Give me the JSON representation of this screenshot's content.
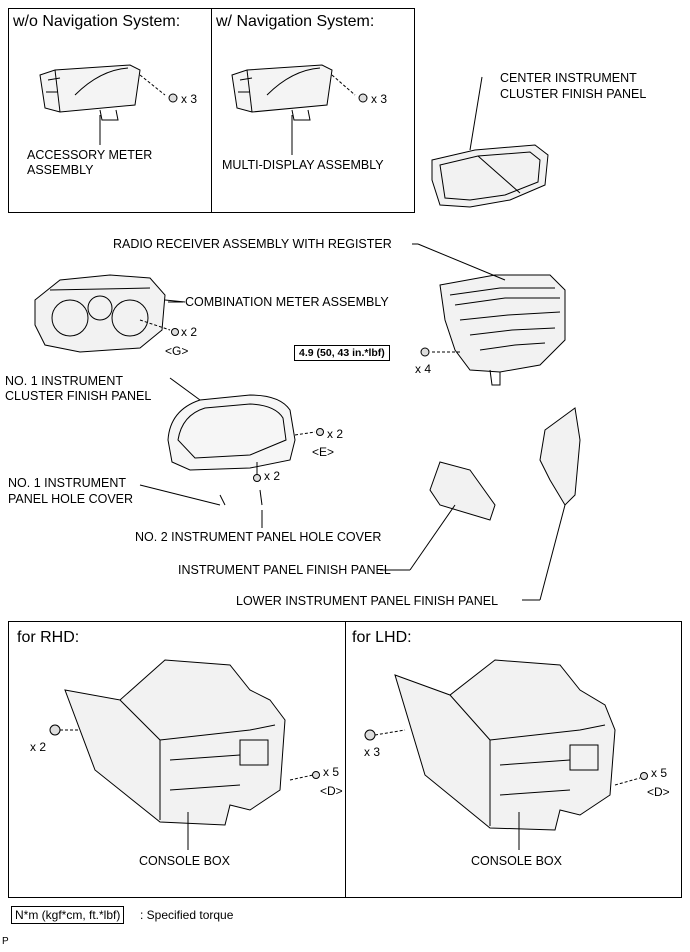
{
  "top_panels": {
    "left_header": "w/o Navigation System:",
    "right_header": "w/ Navigation System:",
    "left_qty": "x 3",
    "right_qty": "x 3",
    "accessory_meter": [
      "ACCESSORY METER",
      "ASSEMBLY"
    ],
    "multi_display": "MULTI-DISPLAY ASSEMBLY"
  },
  "center_cluster": [
    "CENTER INSTRUMENT",
    "CLUSTER FINISH PANEL"
  ],
  "radio_receiver": "RADIO RECEIVER ASSEMBLY WITH REGISTER",
  "combination_meter": "COMBINATION METER ASSEMBLY",
  "meter_qty": "x 2",
  "meter_ref": "<G>",
  "torque_value": "4.9 (50, 43 in.*lbf)",
  "radio_qty": "x 4",
  "no1_cluster": [
    "NO. 1 INSTRUMENT",
    "CLUSTER FINISH PANEL"
  ],
  "cluster_qty_right": "x 2",
  "cluster_ref_right": "<E>",
  "cluster_qty_bottom": "x 2",
  "no1_hole_cover": [
    "NO. 1 INSTRUMENT",
    "PANEL HOLE COVER"
  ],
  "no2_hole_cover": "NO. 2 INSTRUMENT PANEL HOLE COVER",
  "instrument_finish": "INSTRUMENT PANEL FINISH PANEL",
  "lower_finish": "LOWER INSTRUMENT PANEL FINISH PANEL",
  "bottom_panels": {
    "rhd_header": "for RHD:",
    "lhd_header": "for LHD:",
    "rhd_qty_left": "x 2",
    "rhd_qty_right": "x 5",
    "rhd_ref": "<D>",
    "lhd_qty_left": "x 3",
    "lhd_qty_right": "x 5",
    "lhd_ref": "<D>",
    "console_label": "CONSOLE BOX"
  },
  "legend": {
    "box": "N*m (kgf*cm, ft.*lbf)",
    "text": ": Specified torque"
  },
  "corner_mark": "P"
}
